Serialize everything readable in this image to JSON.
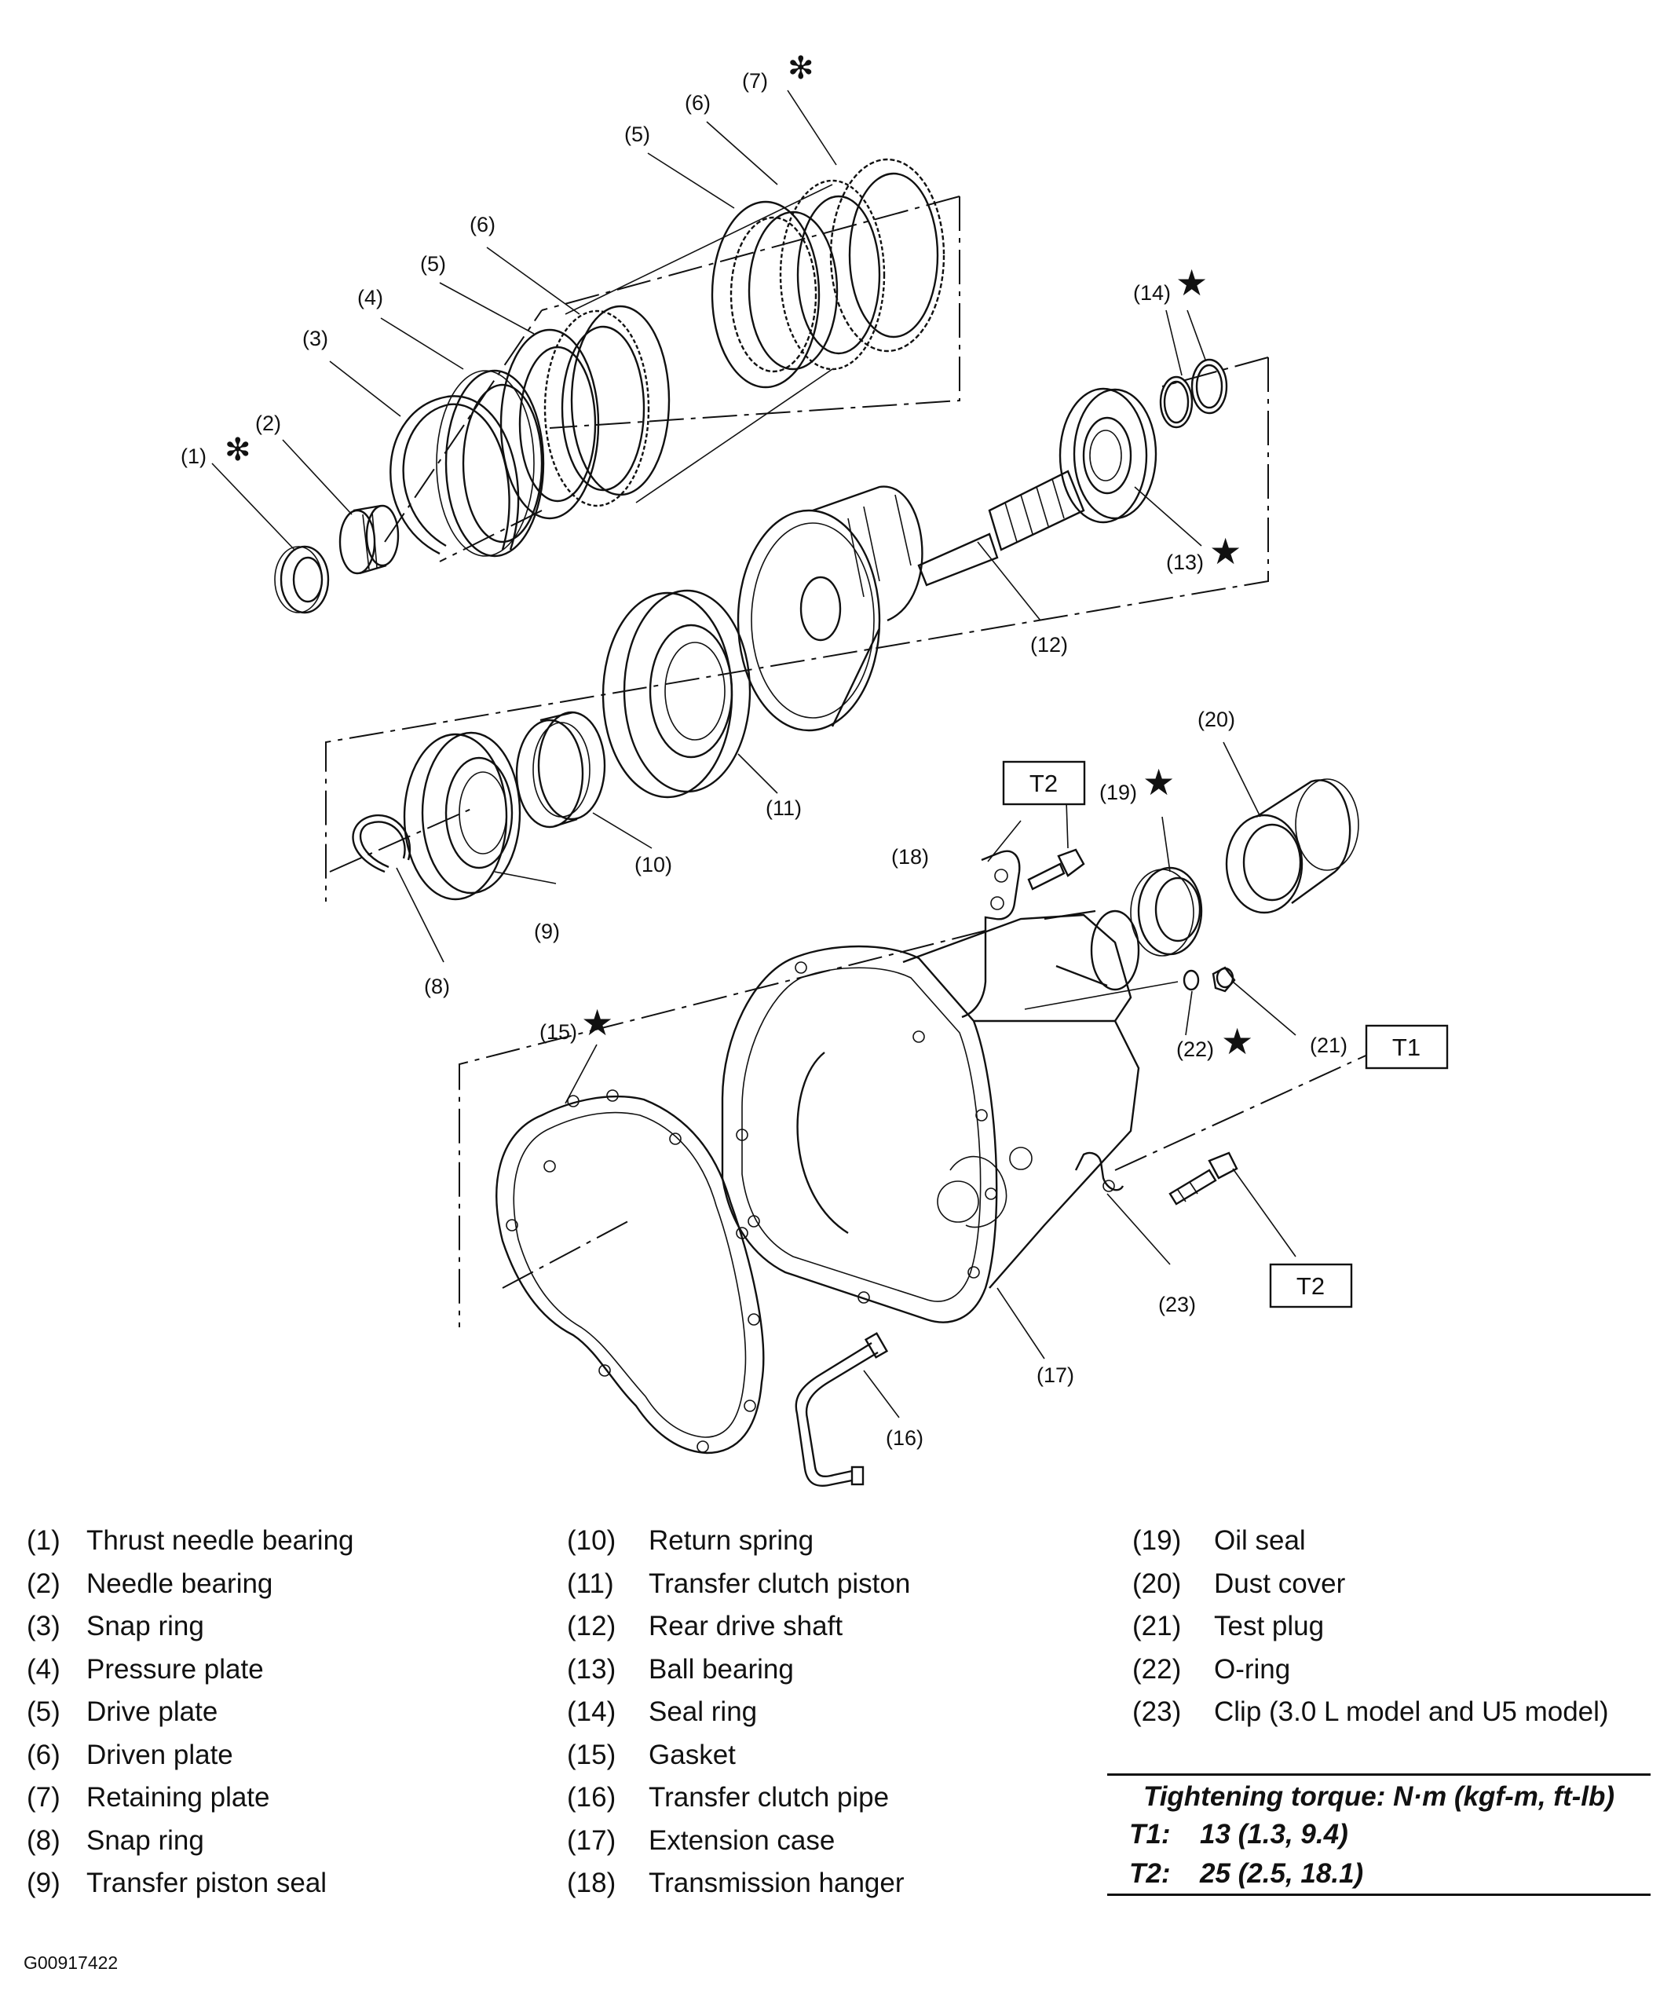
{
  "callouts": {
    "c1": "(1)",
    "c2": "(2)",
    "c3": "(3)",
    "c4": "(4)",
    "c5a": "(5)",
    "c5b": "(5)",
    "c6a": "(6)",
    "c6b": "(6)",
    "c7": "(7)",
    "c8": "(8)",
    "c9": "(9)",
    "c10": "(10)",
    "c11": "(11)",
    "c12": "(12)",
    "c13": "(13)",
    "c14": "(14)",
    "c15": "(15)",
    "c16": "(16)",
    "c17": "(17)",
    "c18": "(18)",
    "c19": "(19)",
    "c20": "(20)",
    "c21": "(21)",
    "c22": "(22)",
    "c23": "(23)"
  },
  "marks": {
    "asterisk": "✻",
    "star": "★"
  },
  "torque_boxes": {
    "t1": "T1",
    "t2": "T2"
  },
  "legend": [
    {
      "num": "(1)",
      "name": "Thrust needle bearing"
    },
    {
      "num": "(2)",
      "name": "Needle bearing"
    },
    {
      "num": "(3)",
      "name": "Snap ring"
    },
    {
      "num": "(4)",
      "name": "Pressure plate"
    },
    {
      "num": "(5)",
      "name": "Drive plate"
    },
    {
      "num": "(6)",
      "name": "Driven plate"
    },
    {
      "num": "(7)",
      "name": "Retaining plate"
    },
    {
      "num": "(8)",
      "name": "Snap ring"
    },
    {
      "num": "(9)",
      "name": "Transfer piston seal"
    },
    {
      "num": "(10)",
      "name": "Return spring"
    },
    {
      "num": "(11)",
      "name": "Transfer clutch piston"
    },
    {
      "num": "(12)",
      "name": "Rear drive shaft"
    },
    {
      "num": "(13)",
      "name": "Ball bearing"
    },
    {
      "num": "(14)",
      "name": "Seal ring"
    },
    {
      "num": "(15)",
      "name": "Gasket"
    },
    {
      "num": "(16)",
      "name": "Transfer clutch pipe"
    },
    {
      "num": "(17)",
      "name": "Extension case"
    },
    {
      "num": "(18)",
      "name": "Transmission hanger"
    },
    {
      "num": "(19)",
      "name": "Oil seal"
    },
    {
      "num": "(20)",
      "name": "Dust cover"
    },
    {
      "num": "(21)",
      "name": "Test plug"
    },
    {
      "num": "(22)",
      "name": "O-ring"
    },
    {
      "num": "(23)",
      "name": "Clip (3.0 L model and U5 model)"
    }
  ],
  "torque_table": {
    "title": "Tightening torque: N·m (kgf-m, ft-lb)",
    "rows": [
      {
        "key": "T1:",
        "value": "13 (1.3, 9.4)"
      },
      {
        "key": "T2:",
        "value": "25 (2.5, 18.1)"
      }
    ]
  },
  "figure_code": "G00917422"
}
